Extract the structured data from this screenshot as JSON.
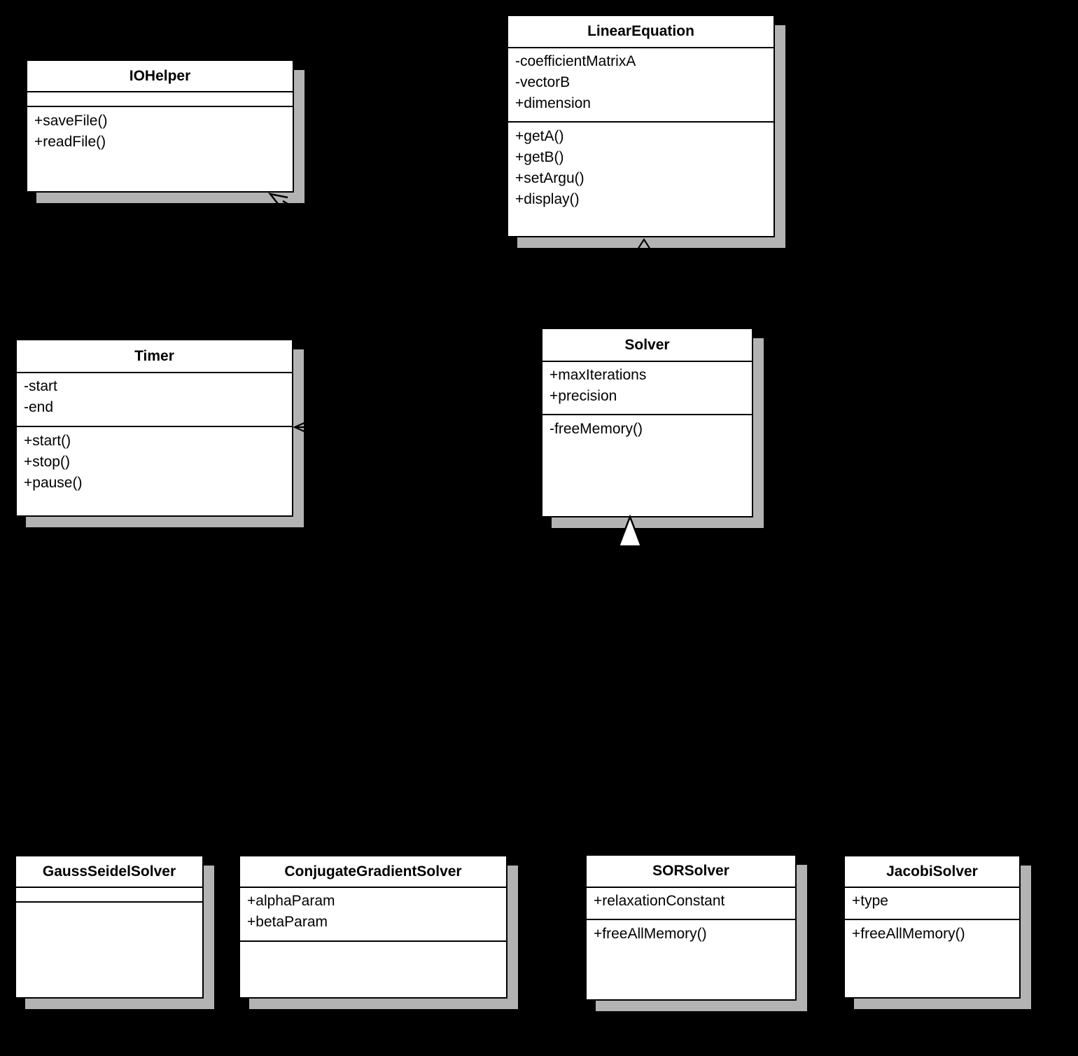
{
  "diagram": {
    "background_color": "#000000",
    "box_fill_color": "#ffffff",
    "box_border_color": "#000000",
    "shadow_color": "#b3b3b3"
  },
  "classes": {
    "io_helper": {
      "name": "IOHelper",
      "attributes": [],
      "methods": [
        "+saveFile()",
        "+readFile()"
      ]
    },
    "linear_equation": {
      "name": "LinearEquation",
      "attributes": [
        "-coefficientMatrixA",
        "-vectorB",
        "+dimension"
      ],
      "methods": [
        "+getA()",
        "+getB()",
        "+setArgu()",
        "+display()"
      ]
    },
    "timer": {
      "name": "Timer",
      "attributes": [
        "-start",
        "-end"
      ],
      "methods": [
        "+start()",
        "+stop()",
        "+pause()"
      ]
    },
    "solver": {
      "name": "Solver",
      "attributes": [
        "+maxIterations",
        "+precision"
      ],
      "methods": [
        "-freeMemory()"
      ]
    },
    "gauss_seidel_solver": {
      "name": "GaussSeidelSolver",
      "attributes": [],
      "methods": []
    },
    "conjugate_gradient_solver": {
      "name": "ConjugateGradientSolver",
      "attributes": [
        "+alphaParam",
        "+betaParam"
      ],
      "methods": []
    },
    "sor_solver": {
      "name": "SORSolver",
      "attributes": [
        "+relaxationConstant"
      ],
      "methods": [
        "+freeAllMemory()"
      ]
    },
    "jacobi_solver": {
      "name": "JacobiSolver",
      "attributes": [
        "+type"
      ],
      "methods": [
        "+freeAllMemory()"
      ]
    }
  },
  "relationships": [
    {
      "type": "dependency-arrowhead",
      "target": "IOHelper",
      "style": "open arrow with dashed line, at bottom-right corner"
    },
    {
      "type": "generalization-arrowhead",
      "target": "LinearEquation",
      "style": "hollow triangle caret below box"
    },
    {
      "type": "association-arrowhead",
      "target": "Timer",
      "style": "open arrow into right edge"
    },
    {
      "type": "generalization-arrowhead",
      "target": "Solver",
      "style": "white filled triangle below box"
    }
  ]
}
